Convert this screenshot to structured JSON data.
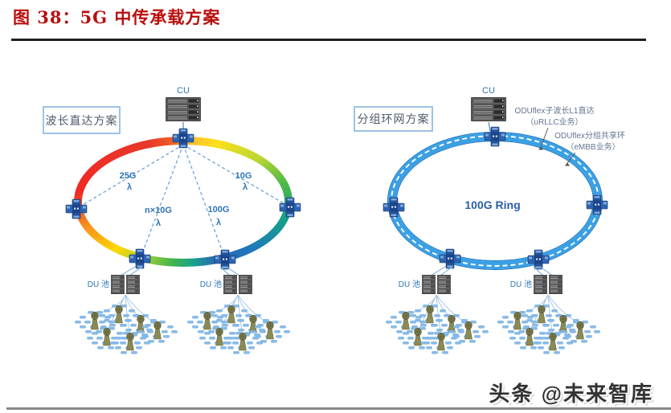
{
  "title": "图 38：5G 中传承载方案",
  "watermark": "头条 @未来智库",
  "left_diagram": {
    "scheme_label": "波长直达方案",
    "cu_label": "CU",
    "du_labels": [
      "DU 池",
      "DU 池"
    ],
    "links": [
      {
        "label": "25G",
        "lambda": "λ"
      },
      {
        "label": "10G",
        "lambda": "λ"
      },
      {
        "label": "n×10G",
        "lambda": "λ"
      },
      {
        "label": "100G",
        "lambda": "λ"
      }
    ]
  },
  "right_diagram": {
    "scheme_label": "分组环网方案",
    "cu_label": "CU",
    "ring_label": "100G Ring",
    "du_labels": [
      "DU 池",
      "DU 池"
    ],
    "annotations": [
      {
        "line1": "ODUflex子波长L1直达",
        "line2": "（uRLLC业务）"
      },
      {
        "line1": "ODUflex分组共享环",
        "line2": "（eMBB业务）"
      }
    ]
  },
  "colors": {
    "title_red": "#b90d0d",
    "ring_blue": "#3ba0e4",
    "node_blue": "#2a5cab",
    "label_blue": "#2e74b5",
    "rainbow": [
      "#ee2a24",
      "#f7941d",
      "#ffd800",
      "#4db848",
      "#14a08a",
      "#2077be"
    ]
  }
}
